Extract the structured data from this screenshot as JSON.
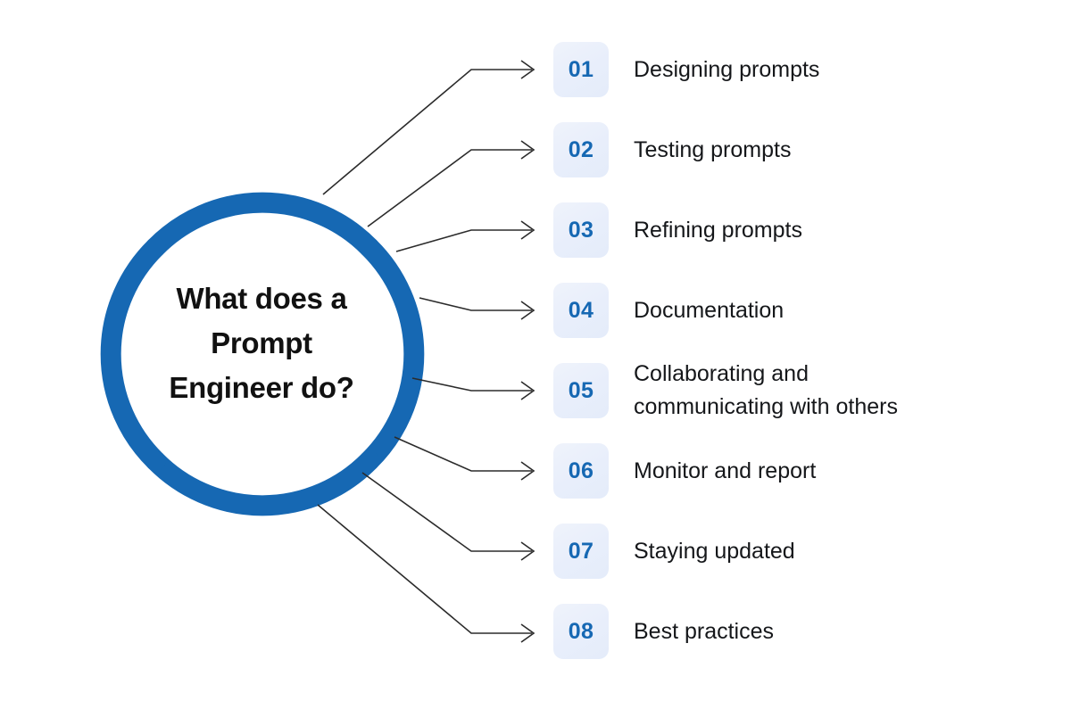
{
  "diagram": {
    "title_lines": [
      "What does a",
      "Prompt",
      "Engineer do?"
    ],
    "title_text": "What does a Prompt Engineer do?",
    "ring_color": "#1668b3",
    "accent_color": "#1668b3",
    "badge_bg_color": "#eaf0fb",
    "label_color": "#15171a",
    "connector_color": "#2b2b2b",
    "background_color": "#ffffff",
    "items": [
      {
        "number": "01",
        "label": "Designing prompts"
      },
      {
        "number": "02",
        "label": "Testing prompts"
      },
      {
        "number": "03",
        "label": "Refining prompts"
      },
      {
        "number": "04",
        "label": "Documentation"
      },
      {
        "number": "05",
        "label": "Collaborating and\ncommunicating with others"
      },
      {
        "number": "06",
        "label": "Monitor and report"
      },
      {
        "number": "07",
        "label": "Staying updated"
      },
      {
        "number": "08",
        "label": "Best practices"
      }
    ]
  }
}
